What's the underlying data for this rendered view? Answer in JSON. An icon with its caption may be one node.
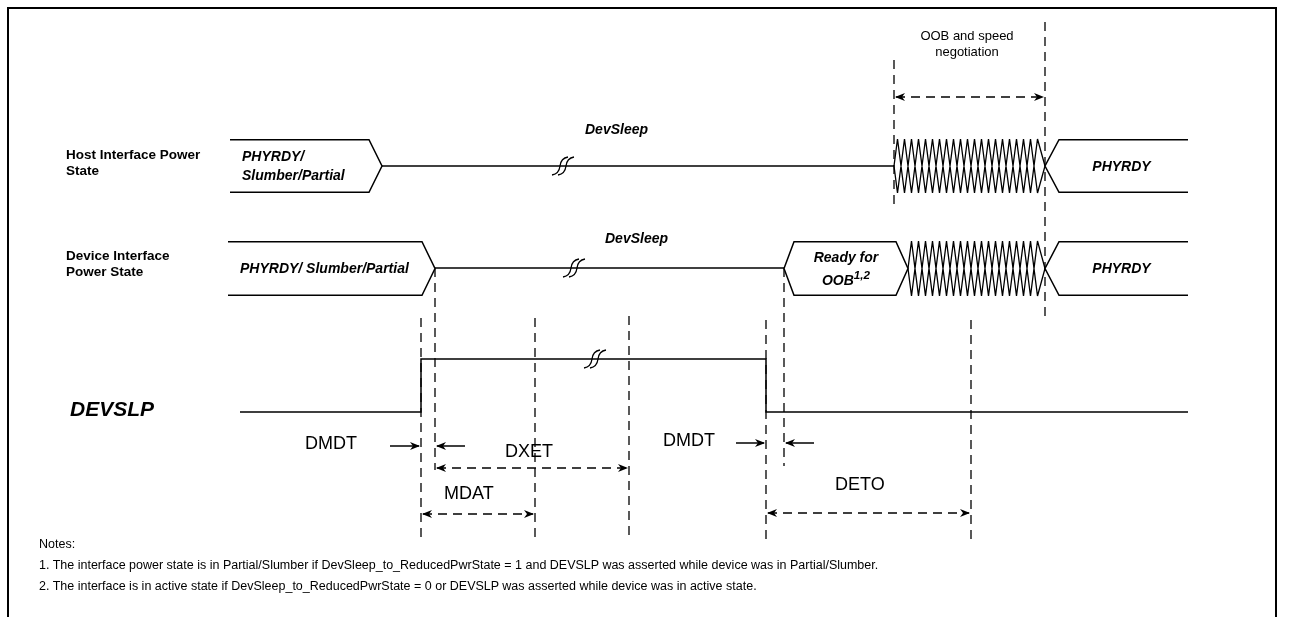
{
  "diagram": {
    "nodes": [
      {
        "text": [
          "PHYRDY/ Slumber/Partial"
        ]
      },
      {
        "text": [
          "PHYRDY"
        ]
      },
      {
        "text": [
          "PHYRDY/ Slumber/Partial"
        ]
      },
      {
        "text": [
          "Ready for OOB$^{1,2}$"
        ]
      },
      {
        "text": [
          "PHYRDY"
        ]
      }
    ],
    "labels": [
      "OOB and speed negotiation",
      "DevSleep",
      "Host Interface Power State",
      "DevSleep",
      "Device Interface Power State",
      "DEVSLP",
      "DMDT",
      "DXET",
      "DMDT",
      "MDAT",
      "DETO",
      "Notes:",
      "1. The interface power state is in Partial/Slumber if DevSleep_to_ReducedPwrState = 1 and DEVSLP was asserted while device was in Partial/Slumber.",
      "2. The interface is in active state if DevSleep_to_ReducedPwrState = 0 or DEVSLP was asserted while device was in active state."
    ]
  }
}
